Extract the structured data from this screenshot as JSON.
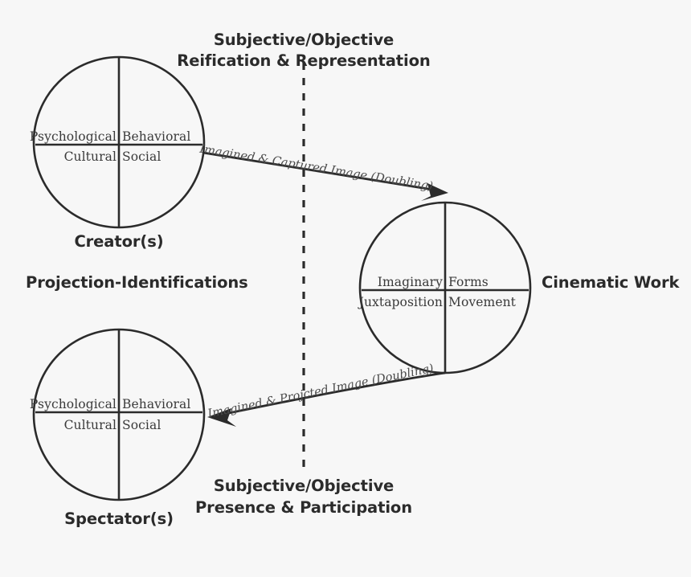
{
  "diagram": {
    "title_top": {
      "line1": "Subjective/Objective",
      "line2": "Reification & Representation"
    },
    "title_bottom": {
      "line1": "Subjective/Objective",
      "line2": "Presence & Participation"
    },
    "side_labels": {
      "left": "Projection-Identifications",
      "right": "Cinematic Work"
    },
    "nodes": [
      {
        "id": "creator",
        "caption": "Creator(s)",
        "quadrants": {
          "top_left": "Psychological",
          "top_right": "Behavioral",
          "bottom_left": "Cultural",
          "bottom_right": "Social"
        }
      },
      {
        "id": "cinematic-work",
        "caption": "Cinematic Work",
        "quadrants": {
          "top_left": "Imaginary",
          "top_right": "Forms",
          "bottom_left": "Juxtaposition",
          "bottom_right": "Movement"
        }
      },
      {
        "id": "spectator",
        "caption": "Spectator(s)",
        "quadrants": {
          "top_left": "Psychological",
          "top_right": "Behavioral",
          "bottom_left": "Cultural",
          "bottom_right": "Social"
        }
      }
    ],
    "arrows": [
      {
        "id": "creator-to-work",
        "label": "Imagined & Captured Image (Doubling)"
      },
      {
        "id": "work-to-spectator",
        "label": "Imagined & Projcted Image (Doubling)"
      }
    ],
    "colors": {
      "stroke": "#2b2b2b",
      "text": "#2b2b2b",
      "quadrant_text": "#3a3a3a",
      "edge_text": "#4a4a4a",
      "background": "#f7f7f7"
    }
  }
}
